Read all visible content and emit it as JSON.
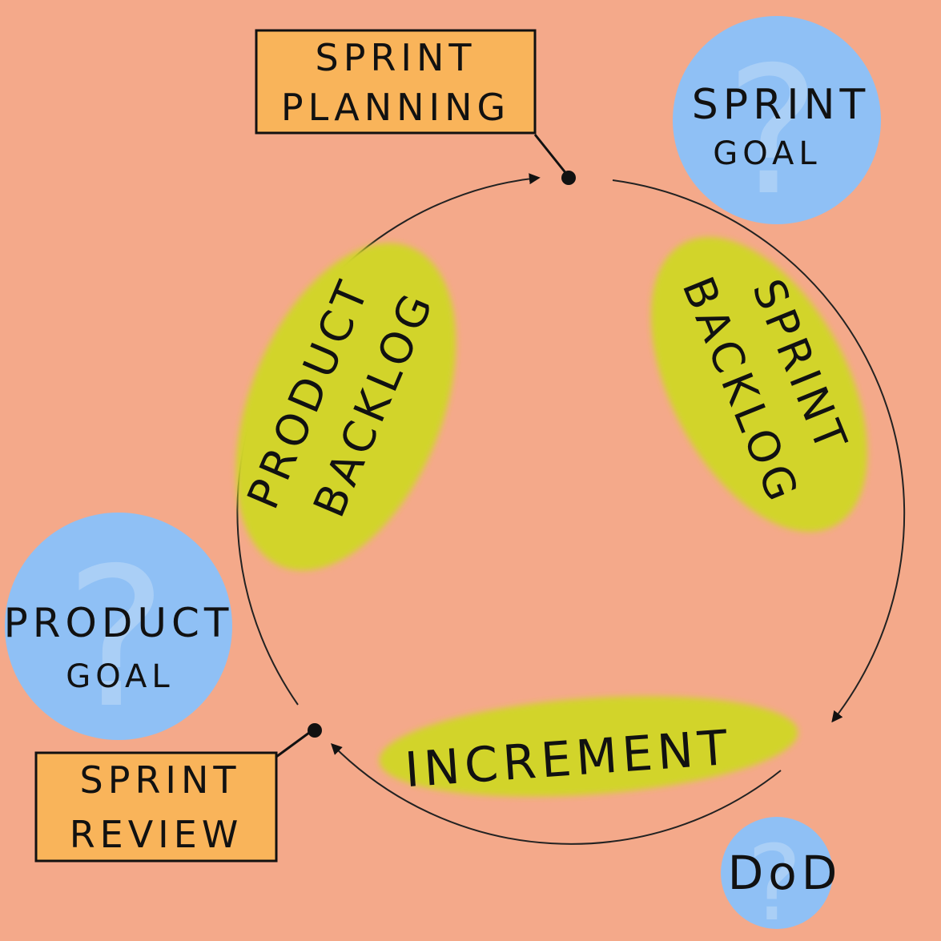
{
  "events": {
    "sprint_planning": {
      "line1": "SPRINT",
      "line2": "PLANNING"
    },
    "sprint_review": {
      "line1": "SPRINT",
      "line2": "REVIEW"
    }
  },
  "commitments": {
    "sprint_goal": {
      "line1": "SPRINT",
      "line2": "GOAL"
    },
    "product_goal": {
      "line1": "PRODUCT",
      "line2": "GOAL"
    },
    "dod": {
      "label": "DoD"
    }
  },
  "artifacts": {
    "product_backlog": {
      "line1": "PRODUCT",
      "line2": "BACKLOG"
    },
    "sprint_backlog": {
      "line1": "SPRINT",
      "line2": "BACKLOG"
    },
    "increment": {
      "label": "INCREMENT"
    }
  },
  "colors": {
    "background": "#f4a98a",
    "event_box": "#f9b45a",
    "commitment_circle": "#8fc0f5",
    "artifact_highlight": "#d2d42a",
    "ink": "#111111"
  }
}
